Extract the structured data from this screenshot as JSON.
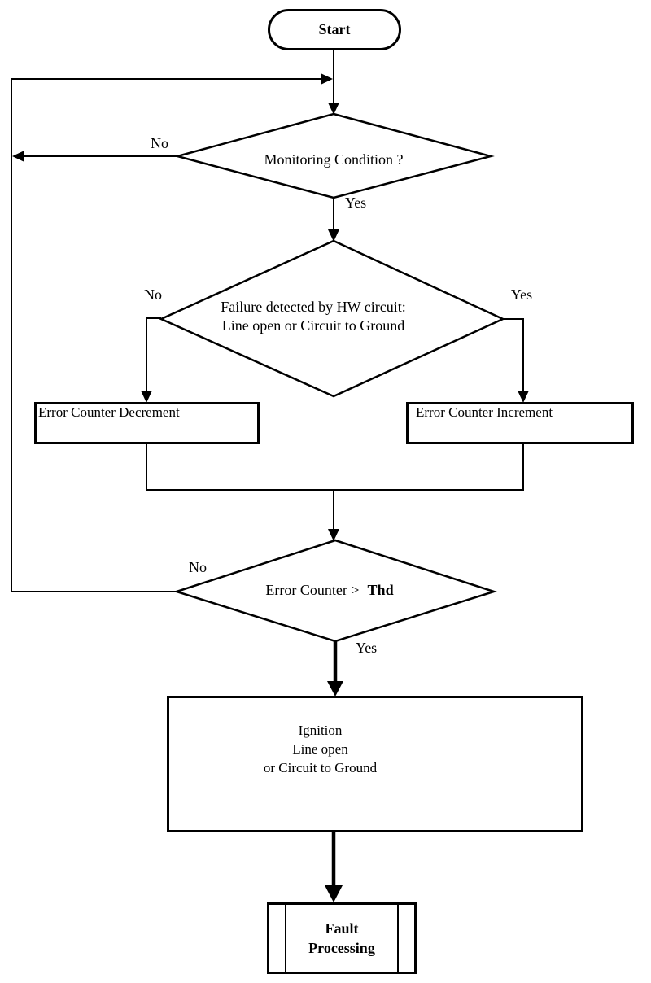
{
  "diagram": {
    "background_color": "#ffffff",
    "line_color": "#000000",
    "nodes": {
      "start": {
        "type": "terminator",
        "label": "Start"
      },
      "monitoring_condition": {
        "type": "decision",
        "label": "Monitoring Condition ?"
      },
      "failure_detected": {
        "type": "decision",
        "label": "Failure detected by HW circuit:\nLine open or Circuit to Ground"
      },
      "error_counter_decrement": {
        "type": "process",
        "label": "Error Counter Decrement"
      },
      "error_counter_increment": {
        "type": "process",
        "label": "Error Counter Increment"
      },
      "threshold_check": {
        "type": "decision",
        "label_prefix": "Error Counter >",
        "label_bold": "Thd"
      },
      "ignition_failure": {
        "type": "process",
        "label": "Ignition\nLine open\nor Circuit to Ground"
      },
      "fault_processing": {
        "type": "predefined_process",
        "label": "Fault\nProcessing"
      }
    },
    "edge_labels": {
      "monitoring_no": "No",
      "monitoring_yes": "Yes",
      "failure_no": "No",
      "failure_yes": "Yes",
      "threshold_no": "No",
      "threshold_yes": "Yes"
    }
  }
}
